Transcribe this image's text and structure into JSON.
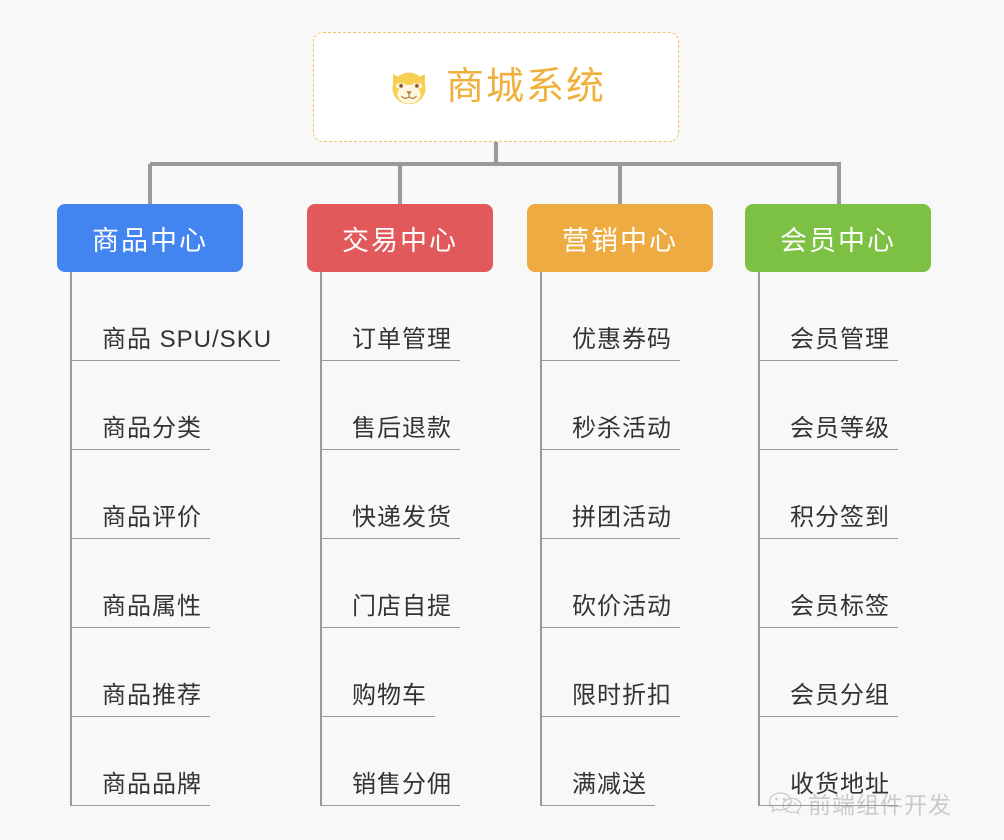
{
  "diagram": {
    "type": "mindmap-tree",
    "background_color": "#f8f8f8",
    "line_color": "#9a9a9a",
    "root": {
      "title": "商城系统",
      "icon": "shiba-dog-face-emoji",
      "text_color": "#f0b03c",
      "border_color": "#f0c069",
      "background_color": "#ffffff"
    },
    "branches": [
      {
        "label": "商品中心",
        "color": "#4285f0",
        "items": [
          "商品 SPU/SKU",
          "商品分类",
          "商品评价",
          "商品属性",
          "商品推荐",
          "商品品牌"
        ]
      },
      {
        "label": "交易中心",
        "color": "#e2595b",
        "items": [
          "订单管理",
          "售后退款",
          "快递发货",
          "门店自提",
          "购物车",
          "销售分佣"
        ]
      },
      {
        "label": "营销中心",
        "color": "#eeab42",
        "items": [
          "优惠券码",
          "秒杀活动",
          "拼团活动",
          "砍价活动",
          "限时折扣",
          "满减送"
        ]
      },
      {
        "label": "会员中心",
        "color": "#7cc143",
        "items": [
          "会员管理",
          "会员等级",
          "积分签到",
          "会员标签",
          "会员分组",
          "收货地址"
        ]
      }
    ]
  },
  "watermark": {
    "text": "前端组件开发",
    "icon": "wechat-icon",
    "color": "#8d8d8d"
  }
}
